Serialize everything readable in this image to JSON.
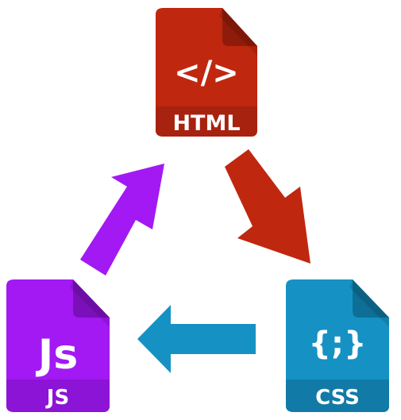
{
  "files": {
    "html": {
      "glyph": "</>",
      "label": "HTML",
      "icon": "html-file-icon",
      "body_color": "#c0270f",
      "fold_color": "#8f1c0b",
      "band_color": "#a82210"
    },
    "css": {
      "glyph": "{;}",
      "label": "CSS",
      "icon": "css-file-icon",
      "body_color": "#1592c3",
      "fold_color": "#0e6f96",
      "band_color": "#117aa6"
    },
    "js": {
      "glyph": "Js",
      "label": "JS",
      "icon": "js-file-icon",
      "body_color": "#a219f3",
      "fold_color": "#7b10ba",
      "band_color": "#8c14d6"
    }
  },
  "arrows": {
    "html_to_css": {
      "icon": "arrow-right-down-icon",
      "color": "#c0270f"
    },
    "css_to_js": {
      "icon": "arrow-left-icon",
      "color": "#1592c3"
    },
    "js_to_html": {
      "icon": "arrow-up-right-icon",
      "color": "#a219f3"
    }
  }
}
